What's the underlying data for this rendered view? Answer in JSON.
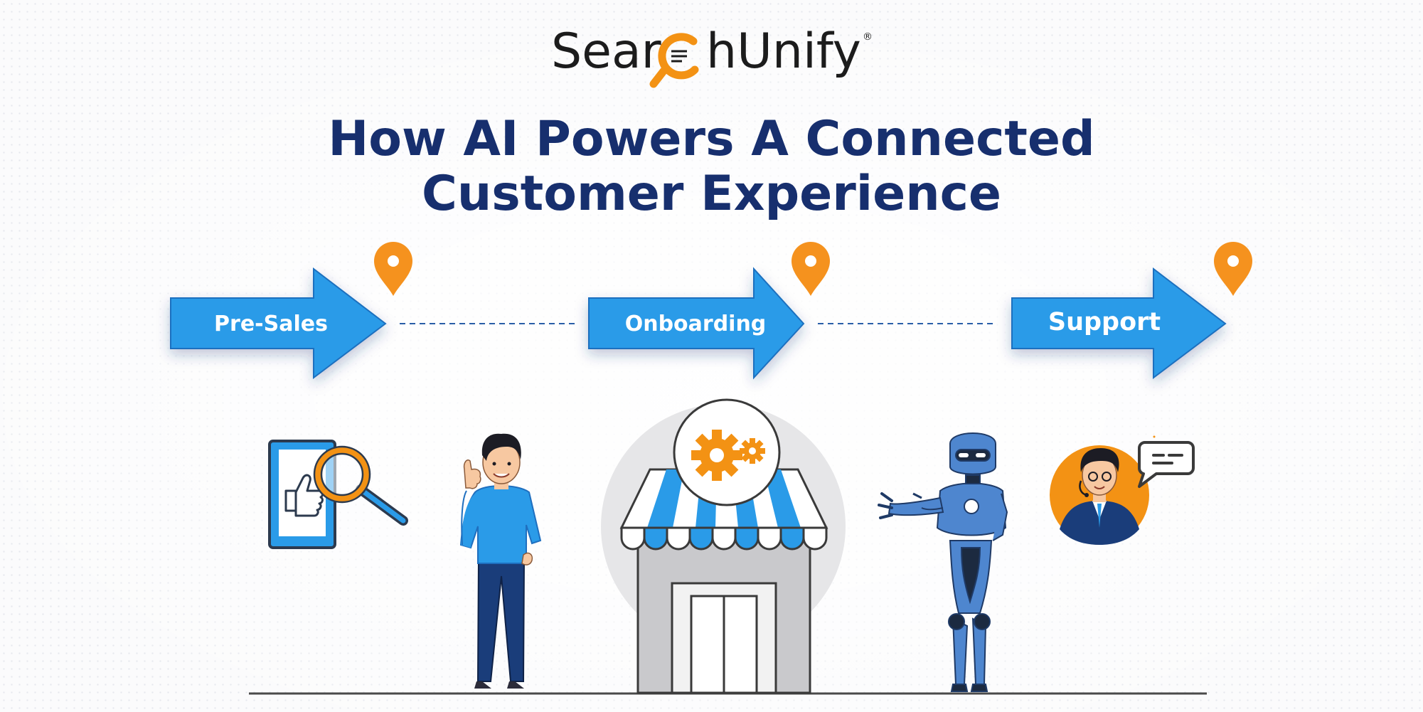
{
  "brand": {
    "logo_left": "Sear",
    "logo_right": "hUnify",
    "registered": "®"
  },
  "heading": {
    "line1": "How AI Powers A Connected",
    "line2": "Customer Experience"
  },
  "stages": [
    {
      "label": "Pre-Sales"
    },
    {
      "label": "Onboarding"
    },
    {
      "label": "Support"
    }
  ],
  "colors": {
    "arrow_blue": "#2a9be8",
    "navy": "#172f6e",
    "orange": "#f39214",
    "pin_orange": "#f5921e"
  },
  "icons": [
    "location-pin-icon",
    "phone-like-magnifier-icon",
    "gear-icon",
    "chat-bubble-icon",
    "search-logo-icon"
  ]
}
